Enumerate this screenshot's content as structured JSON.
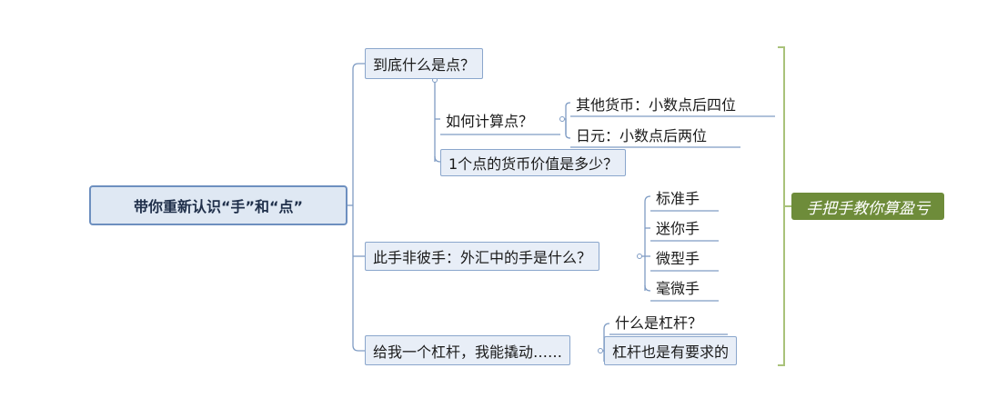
{
  "central": "带你重新认识“手”和“点”",
  "branches": [
    {
      "label": "到底什么是点？",
      "children": [
        {
          "label": "如何计算点？",
          "children": [
            "其他货币：小数点后四位",
            "日元：小数点后两位"
          ]
        },
        {
          "label": "1个点的货币价值是多少？"
        }
      ]
    },
    {
      "label": "此手非彼手：外汇中的手是什么？",
      "children": [
        "标准手",
        "迷你手",
        "微型手",
        "毫微手"
      ]
    },
    {
      "label": "给我一个杠杆，我能撬动……",
      "children": [
        "什么是杠杆？",
        "杠杆也是有要求的"
      ]
    }
  ],
  "summary": "手把手教你算盈亏",
  "colors": {
    "line": "#7f9cc4",
    "node_fill": "#e8eef7",
    "summary_fill": "#6e8c3a",
    "bracket": "#a9c27a"
  }
}
